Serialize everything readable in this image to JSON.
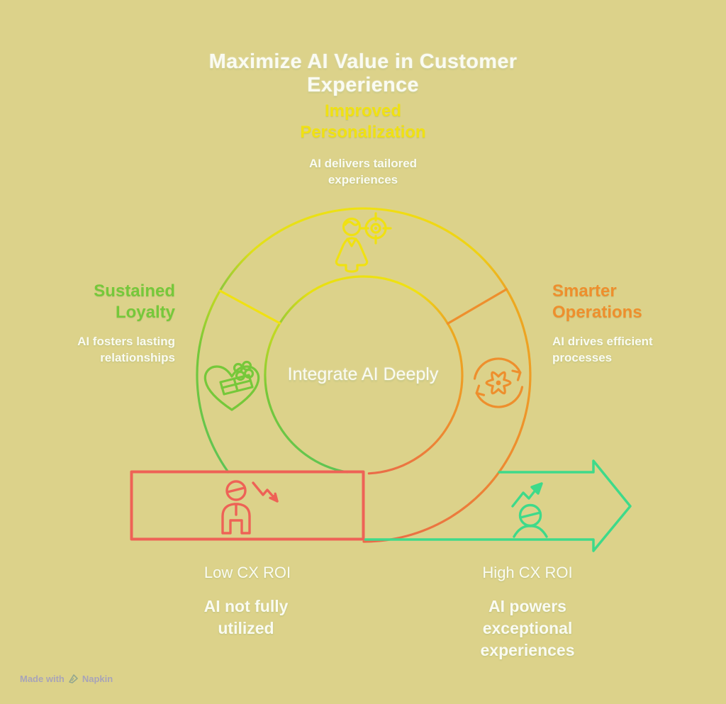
{
  "colors": {
    "background": "#dcd28a",
    "yellow": "#f0e112",
    "green": "#76c83a",
    "orange": "#ee8f2d",
    "red": "#ee6256",
    "mint": "#3eda8a",
    "white": "#fafbf2",
    "footer_text": "#a8a4b8",
    "napkin_logo": "#93a78f"
  },
  "title": "Maximize AI Value in Customer Experience",
  "center": {
    "label": "Integrate AI Deeply"
  },
  "segments": {
    "personalization": {
      "title": "Improved\nPersonalization",
      "description": "AI delivers tailored\nexperiences",
      "icon": "person-target-icon",
      "color": "#f0e112"
    },
    "loyalty": {
      "title": "Sustained\nLoyalty",
      "description": "AI fosters lasting\nrelationships",
      "icon": "heart-gift-icon",
      "color": "#76c83a"
    },
    "operations": {
      "title": "Smarter\nOperations",
      "description": "AI drives efficient\nprocesses",
      "icon": "sync-gear-icon",
      "color": "#ee8f2d"
    }
  },
  "outcomes": {
    "low": {
      "label": "Low CX ROI",
      "description": "AI not fully\nutilized",
      "icon": "person-decline-icon",
      "color": "#ee6256"
    },
    "high": {
      "label": "High CX ROI",
      "description": "AI powers\nexceptional\nexperiences",
      "icon": "person-rise-icon",
      "color": "#3eda8a"
    }
  },
  "footer": {
    "made_with": "Made with",
    "brand": "Napkin",
    "icon": "napkin-logo-icon"
  }
}
